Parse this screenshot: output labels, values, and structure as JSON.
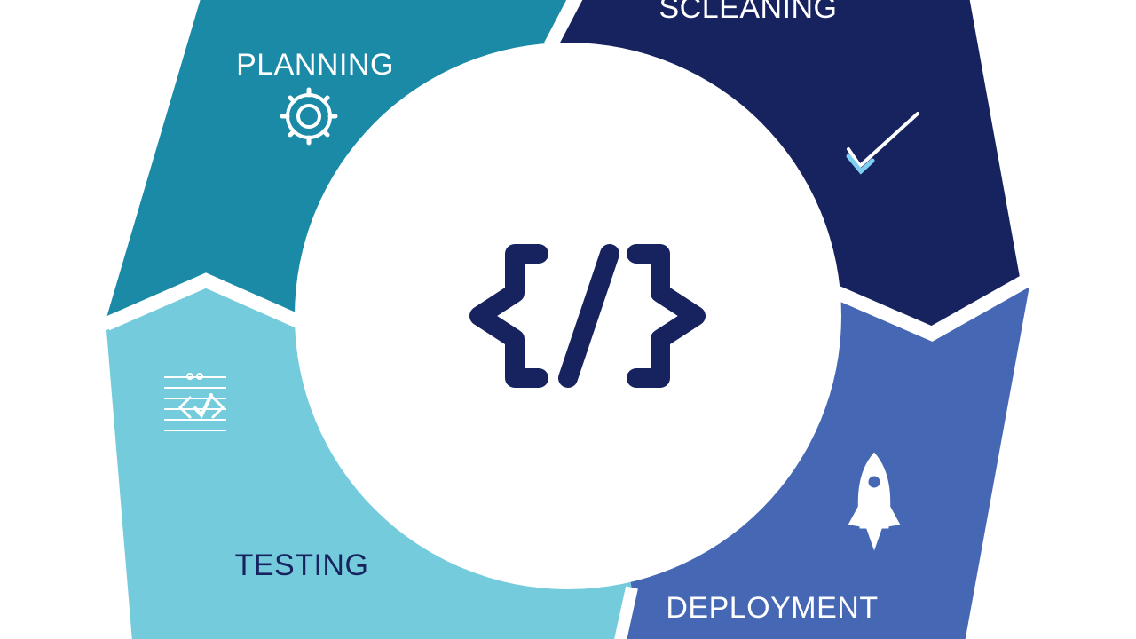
{
  "colors": {
    "background": "#ffffff",
    "planning": "#1a8aa6",
    "cleaning": "#17235f",
    "deployment": "#4668b4",
    "testing": "#74cbdc",
    "center": "#ffffff",
    "center_icon": "#17235f",
    "icon_light": "#ffffff",
    "check_accent": "#7fd0f0"
  },
  "center": {
    "icon": "code-brackets-icon"
  },
  "stages": [
    {
      "key": "planning",
      "label": "PLANNING",
      "icon": "gear-icon"
    },
    {
      "key": "cleaning",
      "label": "SCLEANING",
      "icon": "checkmark-icon"
    },
    {
      "key": "deployment",
      "label": "DEPLOYMENT",
      "icon": "rocket-icon"
    },
    {
      "key": "testing",
      "label": "TESTING",
      "icon": "code-check-document-icon"
    }
  ]
}
